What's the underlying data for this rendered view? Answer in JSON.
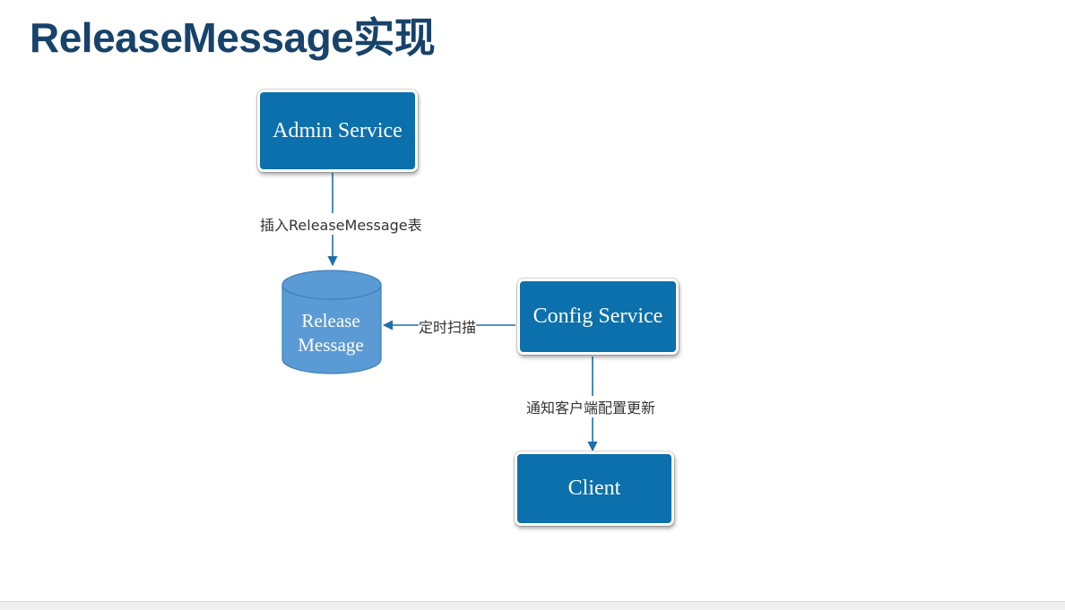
{
  "title": "ReleaseMessage实现",
  "nodes": {
    "admin_service": "Admin Service",
    "release_message_line1": "Release",
    "release_message_line2": "Message",
    "config_service": "Config Service",
    "client": "Client"
  },
  "edges": {
    "admin_to_db": "插入ReleaseMessage表",
    "config_to_db": "定时扫描",
    "config_to_client": "通知客户端配置更新"
  },
  "colors": {
    "title": "#17436b",
    "box_fill": "#0b70ab",
    "cylinder_fill": "#5b9bd5",
    "arrow": "#1f6fa8"
  }
}
